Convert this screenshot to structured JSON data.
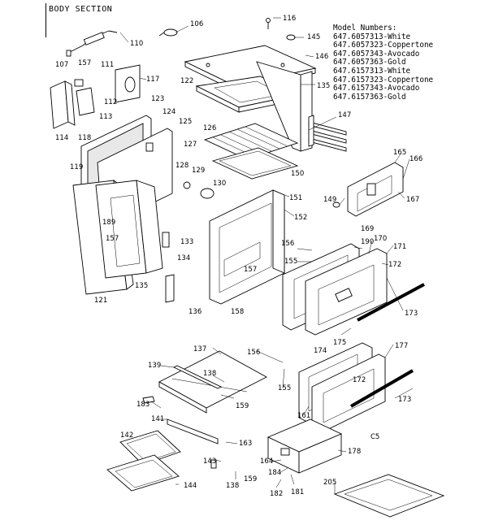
{
  "header": {
    "section_title": "BODY SECTION"
  },
  "models": {
    "heading": "Model Numbers:",
    "list": [
      "647.6057313-White",
      "647.6057323-Coppertone",
      "647.6057343-Avocado",
      "647.6057363-Gold",
      "647.6157313-White",
      "647.6157323-Coppertone",
      "647.6157343-Avocado",
      "647.6157363-Gold"
    ]
  },
  "diagram": {
    "section_code": "C5",
    "callouts": [
      "106",
      "116",
      "145",
      "146",
      "110",
      "107",
      "157",
      "111",
      "117",
      "112",
      "113",
      "114",
      "122",
      "135",
      "123",
      "124",
      "125",
      "127",
      "126",
      "118",
      "119",
      "128",
      "129",
      "130",
      "150",
      "147",
      "165",
      "166",
      "167",
      "151",
      "152",
      "149",
      "189",
      "157",
      "133",
      "134",
      "135",
      "121",
      "156",
      "155",
      "169",
      "190",
      "170",
      "171",
      "172",
      "157",
      "136",
      "158",
      "173",
      "175",
      "174",
      "177",
      "172",
      "173",
      "156",
      "155",
      "161",
      "137",
      "139",
      "138",
      "159",
      "183",
      "141",
      "163",
      "178",
      "142",
      "143",
      "164",
      "184",
      "138",
      "159",
      "182",
      "181",
      "205",
      "144"
    ]
  }
}
